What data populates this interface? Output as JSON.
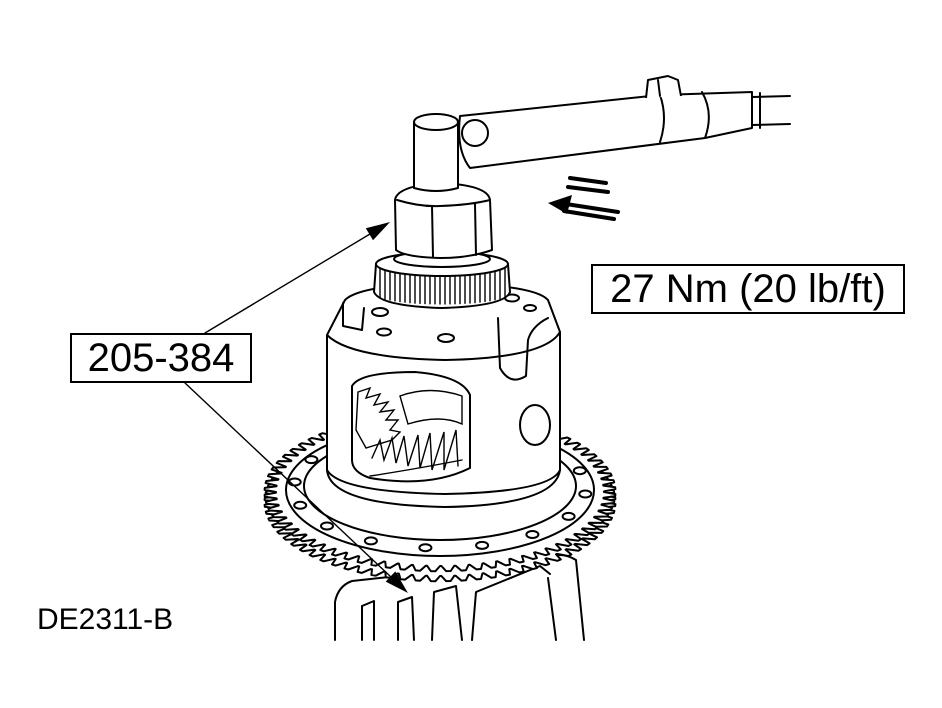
{
  "labels": {
    "tool_number": "205-384",
    "torque_spec": "27 Nm (20 lb/ft)",
    "figure_id": "DE2311-B"
  },
  "colors": {
    "line": "#000000",
    "background": "#ffffff"
  }
}
